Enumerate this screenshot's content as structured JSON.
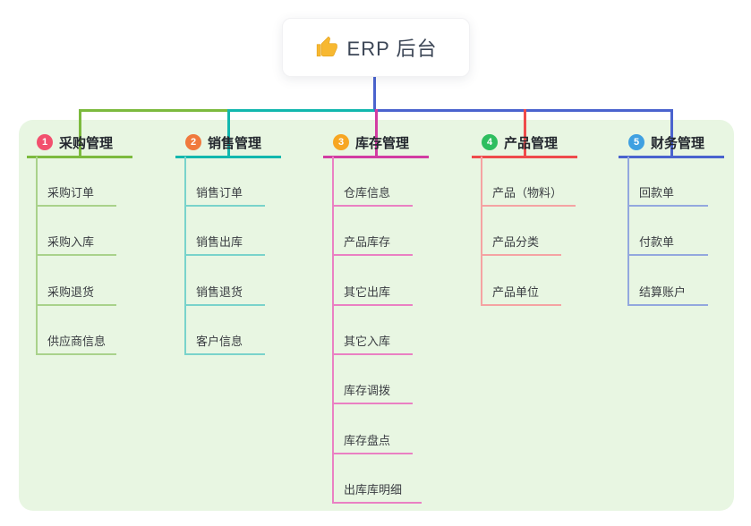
{
  "root": {
    "label": "ERP 后台",
    "icon": "thumbs-up-icon"
  },
  "colors": {
    "panel_background": "#e8f6e2",
    "trunk_blue": "#4a63ce",
    "root_card_background": "#ffffff",
    "root_text": "#3c4656",
    "branch_title_text": "#23272e",
    "child_text": "#3a3d42"
  },
  "branches": [
    {
      "num": "1",
      "title": "采购管理",
      "color": "#7cba3e",
      "soft_color": "#a9d28b",
      "badge_color": "#f2506e",
      "children": [
        "采购订单",
        "采购入库",
        "采购退货",
        "供应商信息"
      ]
    },
    {
      "num": "2",
      "title": "销售管理",
      "color": "#12b7ae",
      "soft_color": "#79d3cb",
      "badge_color": "#f0793d",
      "children": [
        "销售订单",
        "销售出库",
        "销售退货",
        "客户信息"
      ]
    },
    {
      "num": "3",
      "title": "库存管理",
      "color": "#d23ca2",
      "soft_color": "#ea80c3",
      "badge_color": "#f7a622",
      "children": [
        "仓库信息",
        "产品库存",
        "其它出库",
        "其它入库",
        "库存调拨",
        "库存盘点",
        "出库库明细"
      ]
    },
    {
      "num": "4",
      "title": "产品管理",
      "color": "#ef4b4b",
      "soft_color": "#f5a3a3",
      "badge_color": "#2ebe5f",
      "children": [
        "产品（物料）",
        "产品分类",
        "产品单位"
      ]
    },
    {
      "num": "5",
      "title": "财务管理",
      "color": "#4a63ce",
      "soft_color": "#93a8de",
      "badge_color": "#3fa0e1",
      "children": [
        "回款单",
        "付款单",
        "结算账户"
      ]
    }
  ]
}
